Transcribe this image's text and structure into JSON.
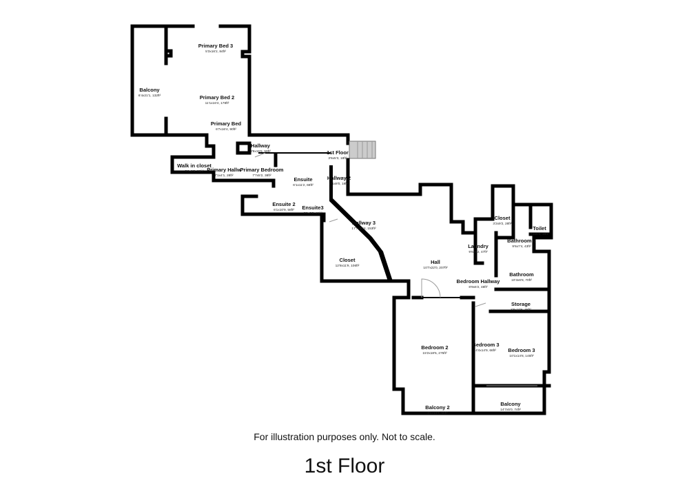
{
  "rooms": [
    {
      "name": "Primary Bed 3",
      "dims": "5'3x16'2, 84ft²"
    },
    {
      "name": "Balcony",
      "dims": "6'4x21'1, 132ft²"
    },
    {
      "name": "Primary Bed 2",
      "dims": "11'1x16'4, 178ft²"
    },
    {
      "name": "Primary Bed",
      "dims": "6'7x16'4, 90ft²"
    },
    {
      "name": "Hallway",
      "dims": "3'9x15'6, 59ft²"
    },
    {
      "name": "1st Floor",
      "dims": "3'6x5'3, 18ft²"
    },
    {
      "name": "Walk in closet",
      "dims": "3'2x8'8, 28ft²"
    },
    {
      "name": "Primary Hallw",
      "dims": "7'1x4'1, 28ft²"
    },
    {
      "name": "Primary Bedroom",
      "dims": "7'7x5'2, 38ft²"
    },
    {
      "name": "Ensuite",
      "dims": "6'1x11'2, 68ft²"
    },
    {
      "name": "Hallway 2",
      "dims": "3'1x8'0, 18ft²"
    },
    {
      "name": "Ensuite 2",
      "dims": "6'1x10'9, 58ft²"
    },
    {
      "name": "Ensuite3",
      "dims": "6'0x6'6, 41ft²"
    },
    {
      "name": "Hallway 3",
      "dims": "17'7x15'4, 153ft²"
    },
    {
      "name": "Closet",
      "dims": "12'8x11'9, 106ft²"
    },
    {
      "name": "Hall",
      "dims": "10'7x22'0, 207ft²"
    },
    {
      "name": "Closet",
      "dims": "3'2x9'2, 28ft²"
    },
    {
      "name": "Toilet",
      "dims": "3'2x6'0, 19ft²"
    },
    {
      "name": "Bathroom 2",
      "dims": "9'6x7'4, 43ft²"
    },
    {
      "name": "Laundry",
      "dims": "9'6x8'2, 47ft²"
    },
    {
      "name": "Bathroom",
      "dims": "10'3x6'8, 70ft²"
    },
    {
      "name": "Bedroom Hallway",
      "dims": "8'9x6'2, 48ft²"
    },
    {
      "name": "Storage",
      "dims": "3'8x10'5, 36ft²"
    },
    {
      "name": "Bedroom 2",
      "dims": "15'2x18'5, 275ft²"
    },
    {
      "name": "Bedroom 3",
      "dims": "4'4x14'9, 66ft²"
    },
    {
      "name": "Bedroom 3",
      "dims": "10'1x14'8, 145ft²"
    },
    {
      "name": "Balcony 2",
      "dims": "4'1x13'7, 56ft²"
    },
    {
      "name": "Balcony",
      "dims": "14'7x5'0, 74ft²"
    }
  ],
  "footer": {
    "disclaimer": "For illustration purposes only. Not to scale.",
    "floor_title": "1st Floor"
  }
}
